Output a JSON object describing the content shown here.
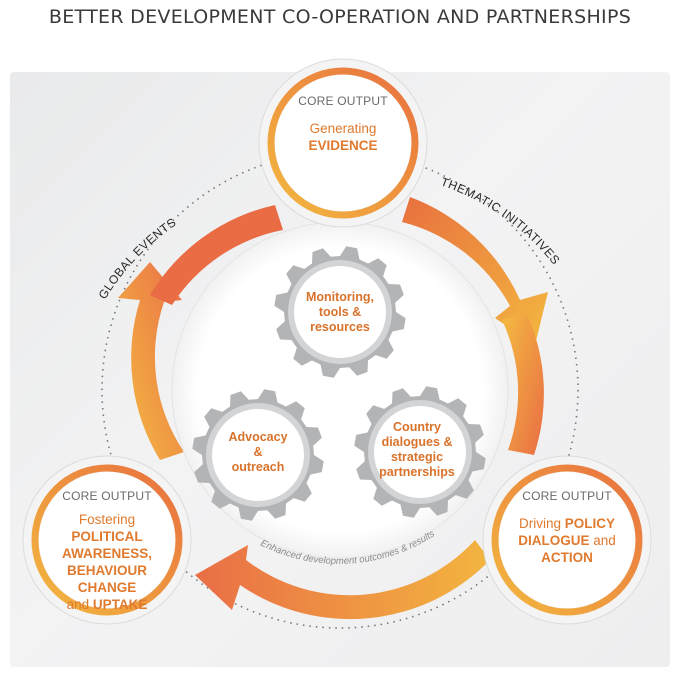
{
  "title": "BETTER DEVELOPMENT CO-OPERATION AND PARTNERSHIPS",
  "ring_labels": {
    "global_events": "GLOBAL EVENTS",
    "thematic": "THEMATIC INITIATIVES",
    "enhanced": "Enhanced development outcomes & results"
  },
  "outputs": {
    "top": {
      "label": "CORE OUTPUT",
      "line1": "Generating",
      "bold1": "EVIDENCE"
    },
    "left": {
      "label": "CORE OUTPUT",
      "line1": "Fostering",
      "bold1": "POLITICAL",
      "bold2": "AWARENESS,",
      "bold3": "BEHAVIOUR CHANGE",
      "and": "and",
      "bold4": "UPTAKE"
    },
    "right": {
      "label": "CORE OUTPUT",
      "line1": "Driving",
      "bold1": "POLICY",
      "bold2": "DIALOGUE",
      "and": "and",
      "bold3": "ACTION"
    }
  },
  "gears": {
    "top": {
      "line1": "Monitoring,",
      "line2": "tools &",
      "line3": "resources"
    },
    "left": {
      "line1": "Advocacy",
      "line2": "&",
      "line3": "outreach"
    },
    "right": {
      "line1": "Country",
      "line2": "dialogues &",
      "line3": "strategic",
      "line4": "partnerships"
    }
  },
  "colors": {
    "orange": "#e8703f",
    "yellow": "#f2b63e",
    "gear": "#b0b1b3",
    "accent_text": "#e07a2e"
  }
}
